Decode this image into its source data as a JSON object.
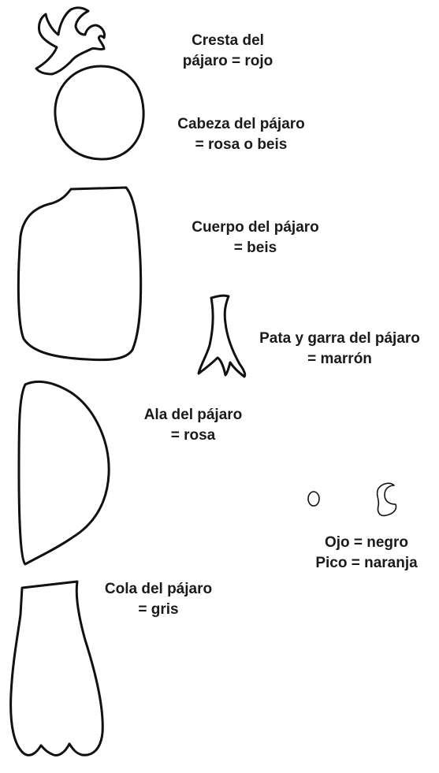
{
  "colors": {
    "ink": "#111111",
    "background": "#ffffff"
  },
  "labels": {
    "crest": {
      "line1": "Cresta del",
      "line2": "pájaro = rojo"
    },
    "head": {
      "line1": "Cabeza del pájaro",
      "line2": "= rosa o beis"
    },
    "body": {
      "line1": "Cuerpo del pájaro",
      "line2": "= beis"
    },
    "leg": {
      "line1": "Pata y garra del pájaro",
      "line2": "= marrón"
    },
    "wing": {
      "line1": "Ala del pájaro",
      "line2": "= rosa"
    },
    "eye_beak": {
      "line1": "Ojo = negro",
      "line2": "Pico = naranja"
    },
    "tail": {
      "line1": "Cola del pájaro",
      "line2": "= gris"
    }
  }
}
